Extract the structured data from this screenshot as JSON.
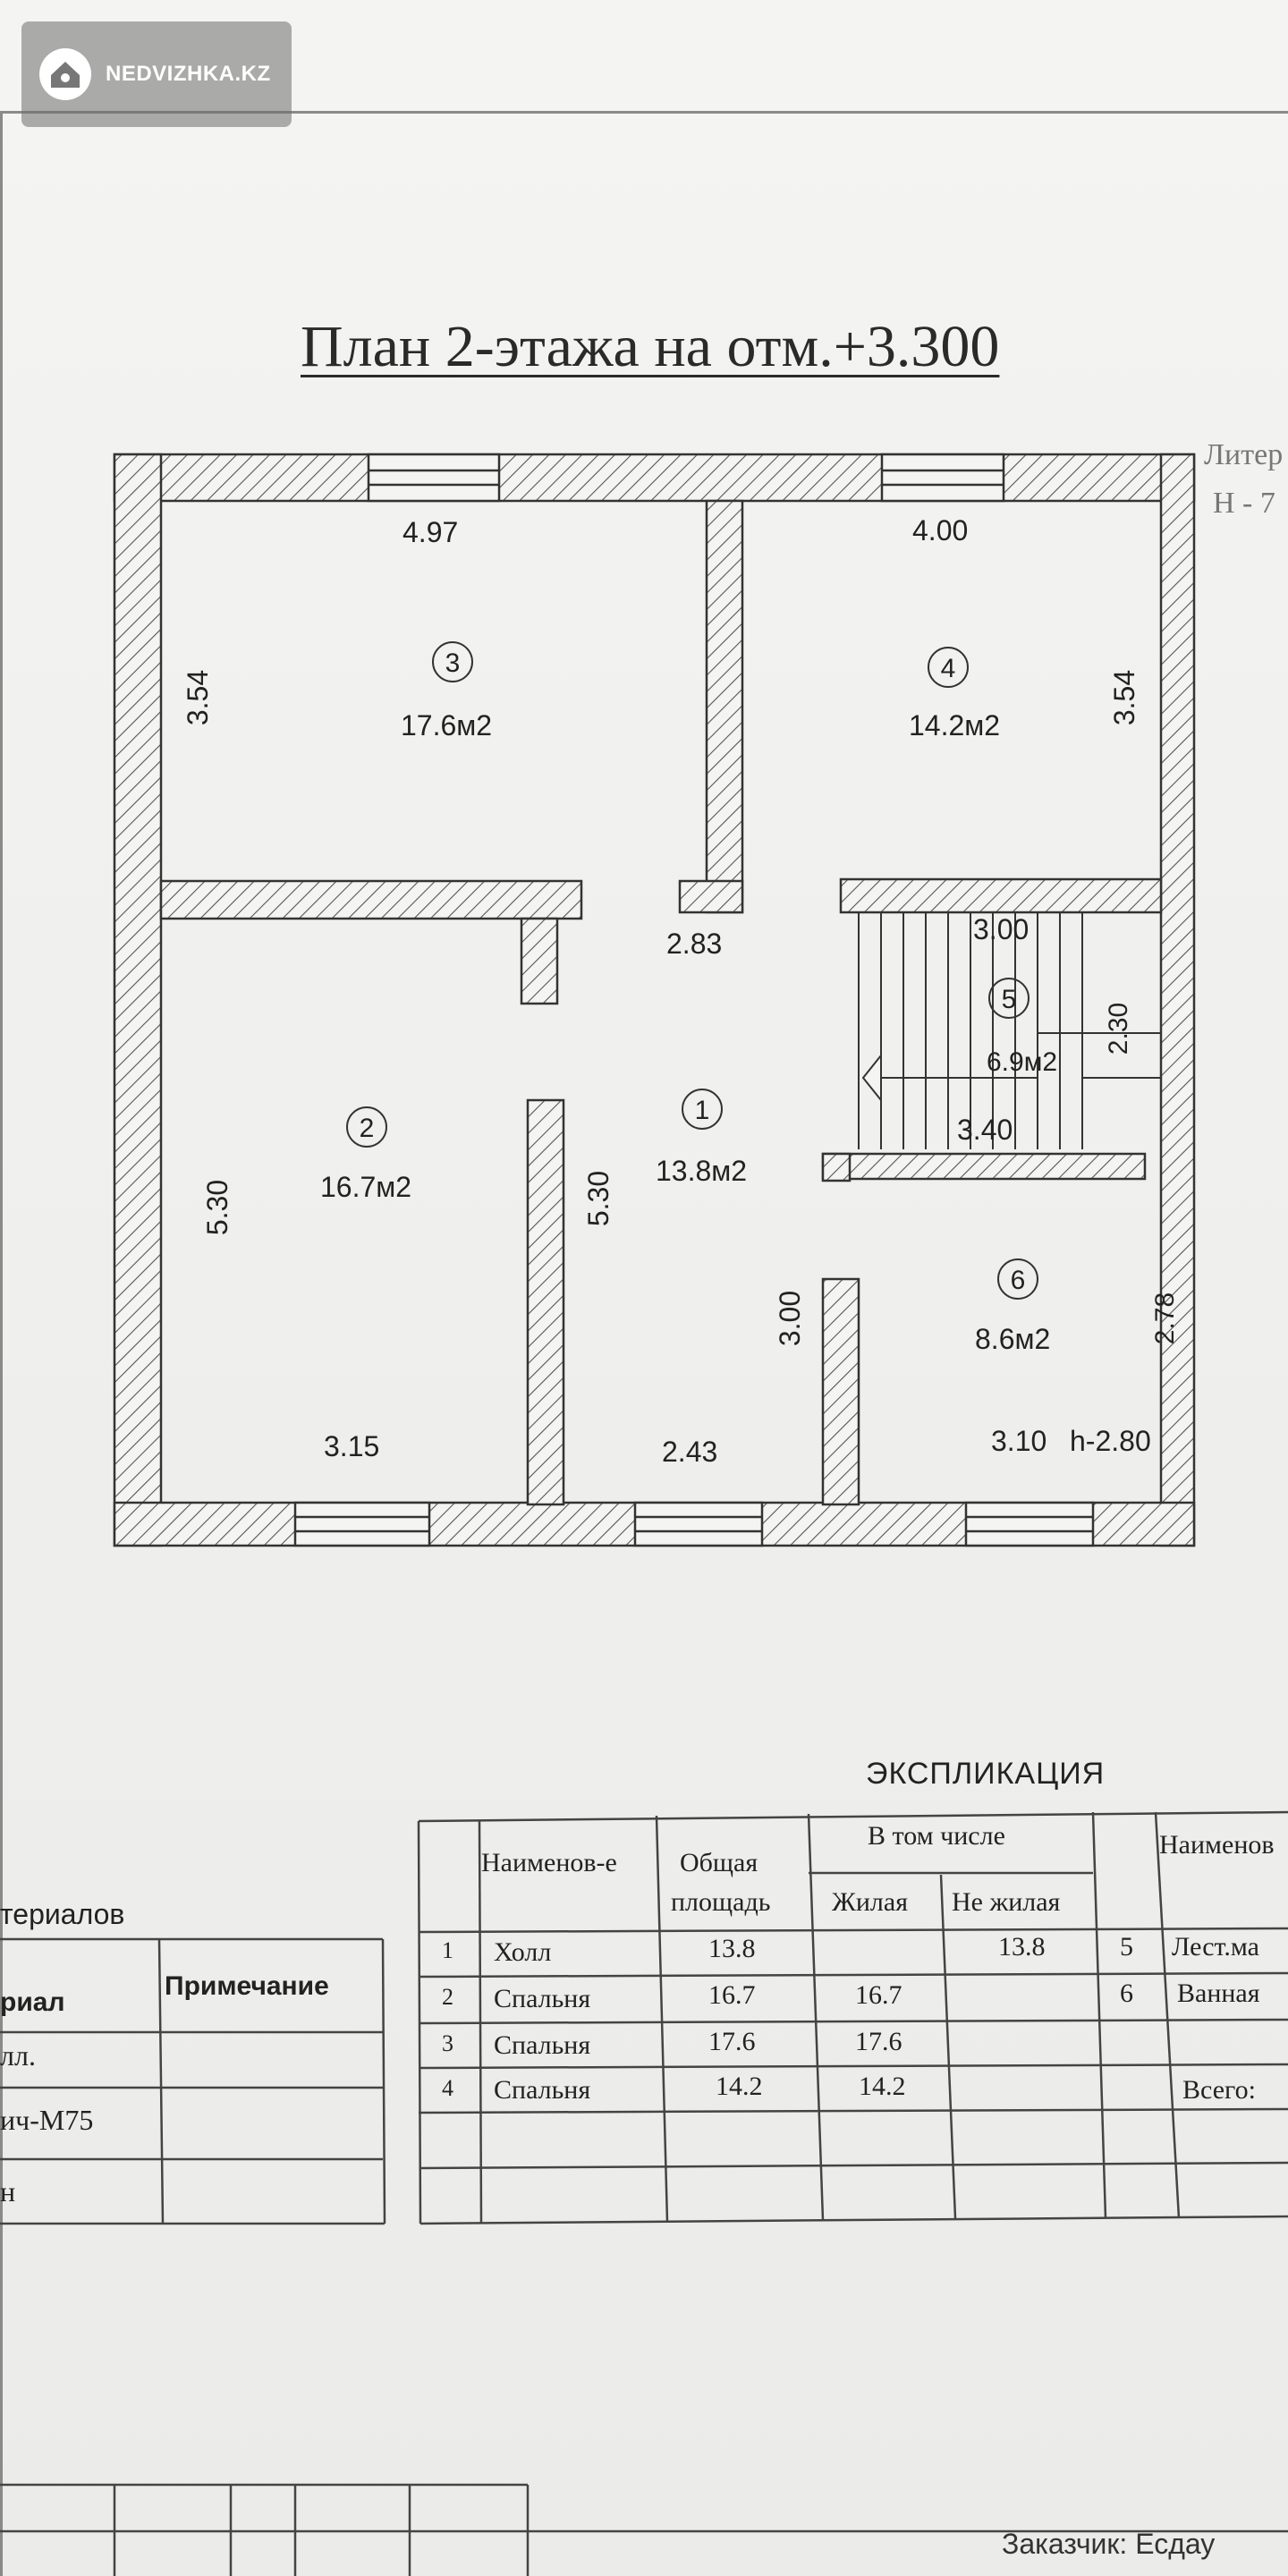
{
  "watermark": {
    "text": "NEDVIZHKA.KZ",
    "icon": "house-icon"
  },
  "plan": {
    "title": "План 2-этажа на отм.+3.300",
    "liter_label": "Литер",
    "liter_value": "Н - 7",
    "rooms": [
      {
        "number": "1",
        "area": "13.8м2"
      },
      {
        "number": "2",
        "area": "16.7м2"
      },
      {
        "number": "3",
        "area": "17.6м2"
      },
      {
        "number": "4",
        "area": "14.2м2"
      },
      {
        "number": "5",
        "area": "6.9м2"
      },
      {
        "number": "6",
        "area": "8.6м2"
      }
    ],
    "dimensions": {
      "r3_width": "4.97",
      "r3_height": "3.54",
      "r4_width": "4.00",
      "r4_height": "3.54",
      "hall_top": "2.83",
      "hall_height": "5.30",
      "hall_bottom": "2.43",
      "hall_side": "3.00",
      "r2_height": "5.30",
      "r2_width": "3.15",
      "stair_top": "3.00",
      "stair_height": "2.30",
      "stair_bottom": "3.40",
      "r6_height": "2.78",
      "r6_width": "3.10",
      "ceiling": "h-2.80"
    }
  },
  "explication": {
    "title": "ЭКСПЛИКАЦИЯ",
    "headers": {
      "name": "Наименов-е",
      "total_line1": "Общая",
      "total_line2": "площадь",
      "including": "В том числе",
      "living": "Жилая",
      "nonliving": "Не жилая",
      "name_right": "Наименов"
    },
    "rows": [
      {
        "num": "1",
        "name": "Холл",
        "total": "13.8",
        "living": "",
        "nonliving": "13.8"
      },
      {
        "num": "2",
        "name": "Спальня",
        "total": "16.7",
        "living": "16.7",
        "nonliving": ""
      },
      {
        "num": "3",
        "name": "Спальня",
        "total": "17.6",
        "living": "17.6",
        "nonliving": ""
      },
      {
        "num": "4",
        "name": "Спальня",
        "total": "14.2",
        "living": "14.2",
        "nonliving": ""
      }
    ],
    "right_rows": [
      {
        "num": "5",
        "name": "Лест.ма"
      },
      {
        "num": "6",
        "name": "Ванная"
      },
      {
        "num": "",
        "name": "Всего:"
      }
    ]
  },
  "materials": {
    "title": " териалов",
    "col_material": "риал",
    "col_note": "Примечание",
    "rows": [
      "лл.",
      "ич-М75",
      "н"
    ]
  },
  "footer": {
    "customer": "Заказчик: Есдау"
  }
}
